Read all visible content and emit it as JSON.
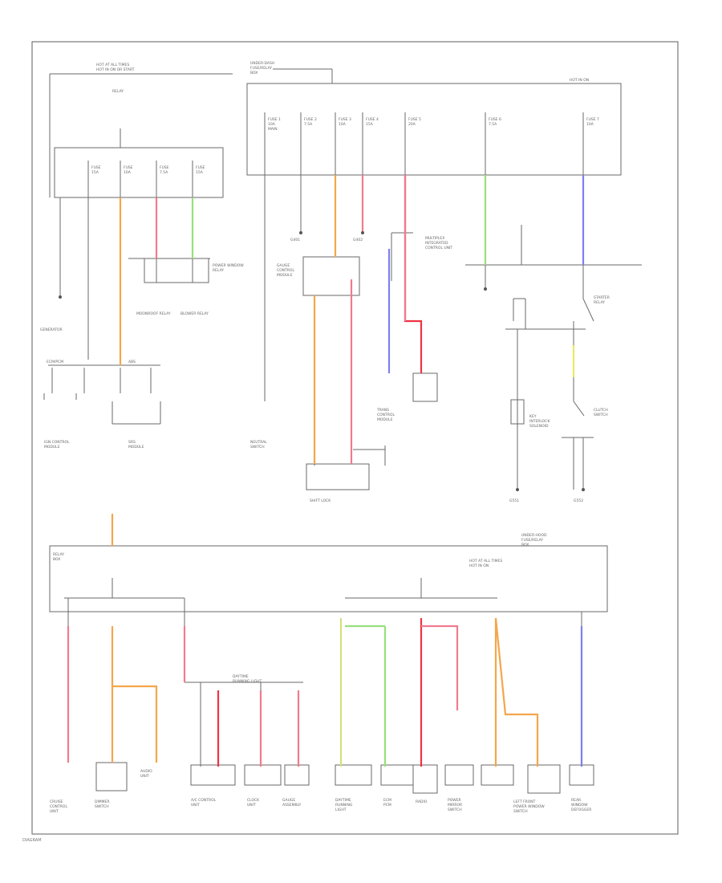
{
  "top": {
    "fuse_box_label": [
      "UNDER-DASH",
      "FUSE/RELAY",
      "BOX"
    ],
    "hot_note": [
      "HOT AT ALL TIMES",
      "HOT IN ON OR START",
      "HOT IN ON"
    ],
    "relay_label": "RELAY",
    "fuses": [
      {
        "name": "fuse-1",
        "lines": [
          "FUSE 1",
          "10A",
          "MAIN"
        ]
      },
      {
        "name": "fuse-2",
        "lines": [
          "FUSE 2",
          "7.5A"
        ]
      },
      {
        "name": "fuse-3",
        "lines": [
          "FUSE 3",
          "10A"
        ]
      },
      {
        "name": "fuse-4",
        "lines": [
          "FUSE 4",
          "15A"
        ]
      },
      {
        "name": "fuse-5",
        "lines": [
          "FUSE 5",
          "20A"
        ]
      },
      {
        "name": "fuse-6",
        "lines": [
          "FUSE 6",
          "7.5A"
        ]
      },
      {
        "name": "fuse-7",
        "lines": [
          "FUSE 7",
          "10A"
        ]
      }
    ],
    "left_fuses": [
      {
        "name": "fuse-a",
        "lines": [
          "FUSE",
          "15A"
        ]
      },
      {
        "name": "fuse-b",
        "lines": [
          "FUSE",
          "10A"
        ]
      },
      {
        "name": "fuse-c",
        "lines": [
          "FUSE",
          "7.5A"
        ]
      },
      {
        "name": "fuse-d",
        "lines": [
          "FUSE",
          "15A"
        ]
      }
    ]
  },
  "labels": {
    "generator": "GENERATOR",
    "ecm": "ECM/PCM",
    "abs": "ABS",
    "moonroof_relay": "MOONROOF RELAY",
    "blower_relay": "BLOWER RELAY",
    "power_window_relay": [
      "POWER WINDOW",
      "RELAY"
    ],
    "shift_lock": "SHIFT LOCK",
    "neutral_switch": [
      "NEUTRAL",
      "SWITCH"
    ],
    "ign_control": [
      "IGN CONTROL",
      "MODULE"
    ],
    "srs_module": [
      "SRS",
      "MODULE"
    ],
    "gauge_control": [
      "GAUGE",
      "CONTROL",
      "MODULE"
    ],
    "multiplex": [
      "MULTIPLEX",
      "INTEGRATED",
      "CONTROL UNIT"
    ],
    "trans_module": [
      "TRANS",
      "CONTROL",
      "MODULE"
    ],
    "starter_relay": [
      "STARTER",
      "RELAY"
    ],
    "clutch_switch": [
      "CLUTCH",
      "SWITCH"
    ],
    "key_interlock": [
      "KEY",
      "INTERLOCK",
      "SOLENOID"
    ],
    "ground_a": "G401",
    "ground_b": "G402",
    "ground_c": "G551",
    "ground_d": "G552",
    "fuse_box_bottom": [
      "UNDER-HOOD",
      "FUSE/RELAY",
      "BOX"
    ],
    "hot_note_bottom": [
      "HOT AT ALL TIMES",
      "HOT IN ON"
    ],
    "relay_box": [
      "RELAY",
      "BOX"
    ],
    "daytime": [
      "DAYTIME",
      "RUNNING LIGHT"
    ]
  },
  "bottom_components": [
    {
      "name": "cruise-control-unit",
      "lines": [
        "CRUISE",
        "CONTROL",
        "UNIT"
      ]
    },
    {
      "name": "dimmer-switch",
      "lines": [
        "DIMMER",
        "SWITCH"
      ]
    },
    {
      "name": "audio-unit",
      "lines": [
        "AUDIO",
        "UNIT"
      ]
    },
    {
      "name": "a-c-control-unit",
      "lines": [
        "A/C CONTROL",
        "UNIT"
      ]
    },
    {
      "name": "clock",
      "lines": [
        "CLOCK",
        "UNIT"
      ]
    },
    {
      "name": "combination-meter",
      "lines": [
        "GAUGE",
        "ASSEMBLY"
      ]
    },
    {
      "name": "daytime-running-light",
      "lines": [
        "DAYTIME",
        "RUNNING",
        "LIGHT"
      ]
    },
    {
      "name": "ecm-pcm",
      "lines": [
        "ECM",
        "PCM"
      ]
    },
    {
      "name": "radio",
      "lines": [
        "RADIO"
      ]
    },
    {
      "name": "power-mirror",
      "lines": [
        "POWER",
        "MIRROR",
        "SWITCH"
      ]
    },
    {
      "name": "mirror-switch",
      "lines": [
        "LEFT FRONT",
        "POWER WINDOW",
        "SWITCH"
      ]
    },
    {
      "name": "rear-window",
      "lines": [
        "REAR",
        "WINDOW",
        "DEFOGGER"
      ]
    }
  ],
  "footer": "DIAGRAM",
  "colors": {
    "orange": "#f4a64a",
    "pink": "#f07b8e",
    "red": "#ee3344",
    "green": "#98e07a",
    "blue": "#7f7ff0",
    "yellow": "#e8e86a",
    "line": "#6a6a6a"
  }
}
